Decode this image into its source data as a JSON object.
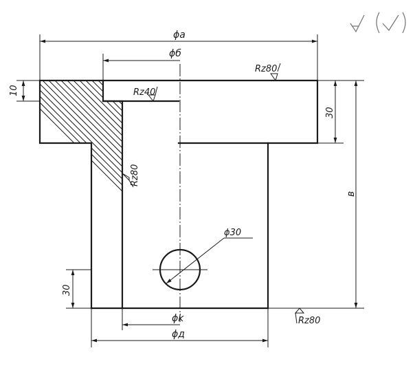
{
  "drawing": {
    "dimensions": {
      "diam_a": "ϕa",
      "diam_b": "ϕб",
      "diam_k": "ϕk",
      "diam_d": "ϕд",
      "hole_diam": "ϕ30",
      "flange_thickness": "10",
      "flange_height": "30",
      "bottom_height": "30",
      "total_height": "в"
    },
    "roughness": {
      "top_surface": "Rz80",
      "bore_face": "Rz40",
      "inner_wall": "Rz80",
      "bottom_surface": "Rz80"
    },
    "general_roughness_symbol": "roughness-check-symbol"
  }
}
